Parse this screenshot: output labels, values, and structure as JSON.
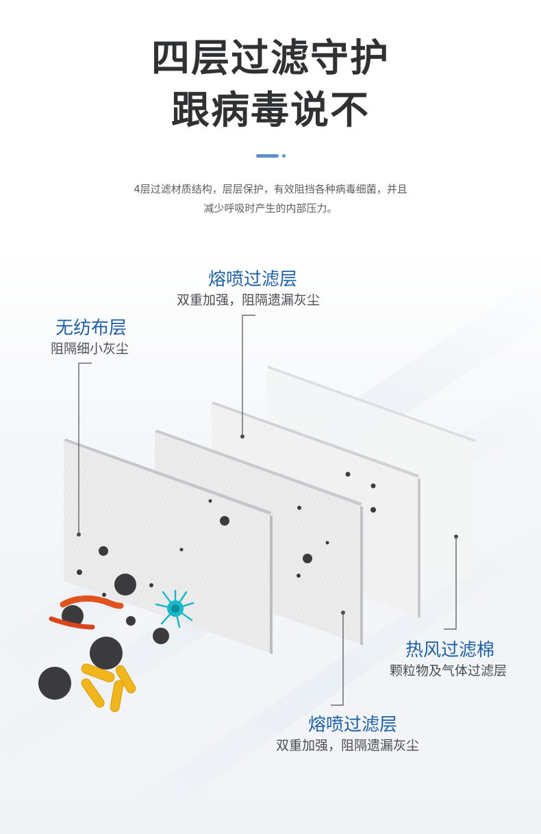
{
  "heading": {
    "line1": "四层过滤守护",
    "line2": "跟病毒说不"
  },
  "description": {
    "line1": "4层过滤材质结构，层层保护，有效阻挡各种病毒细菌，并且",
    "line2": "减少呼吸时产生的内部压力。"
  },
  "layers": {
    "top_meltblown": {
      "title": "熔喷过滤层",
      "subtitle": "双重加强，阻隔遗漏灰尘"
    },
    "nonwoven": {
      "title": "无纺布层",
      "subtitle": "阻隔细小灰尘"
    },
    "hot_air_cotton": {
      "title": "热风过滤棉",
      "subtitle": "颗粒物及气体过滤层"
    },
    "bottom_meltblown": {
      "title": "熔喷过滤层",
      "subtitle": "双重加强，阻隔遗漏灰尘"
    }
  },
  "colors": {
    "heading": "#2f3133",
    "accent": "#5b8fd0",
    "label_title": "#1f5fa3",
    "body_text": "#5a5d60",
    "particle": "#3b3b3d",
    "bacteria_orange": "#f0b61c",
    "worm_red": "#e0531e",
    "virus_cyan": "#1ab8c9"
  },
  "icons": [
    "dust-particle-icon",
    "bacteria-icon",
    "worm-icon",
    "virus-icon"
  ]
}
